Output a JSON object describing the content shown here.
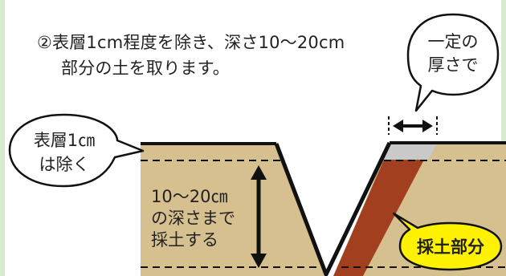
{
  "instruction": {
    "line1": "②表層1cm程度を除き、深さ10～20cm",
    "line2": "部分の土を取ります。"
  },
  "callouts": {
    "top_right": [
      "一定の",
      "厚さで"
    ],
    "left": [
      "表層1㎝",
      "は除く"
    ]
  },
  "depth_label": [
    "10～20㎝",
    "の深さまで",
    "採土する"
  ],
  "sample_tag": "採土部分",
  "colors": {
    "soil": "#d6c08f",
    "sample": "#a23f1e",
    "surface_layer": "#c9c9c9",
    "tag_fill": "#fff200"
  }
}
